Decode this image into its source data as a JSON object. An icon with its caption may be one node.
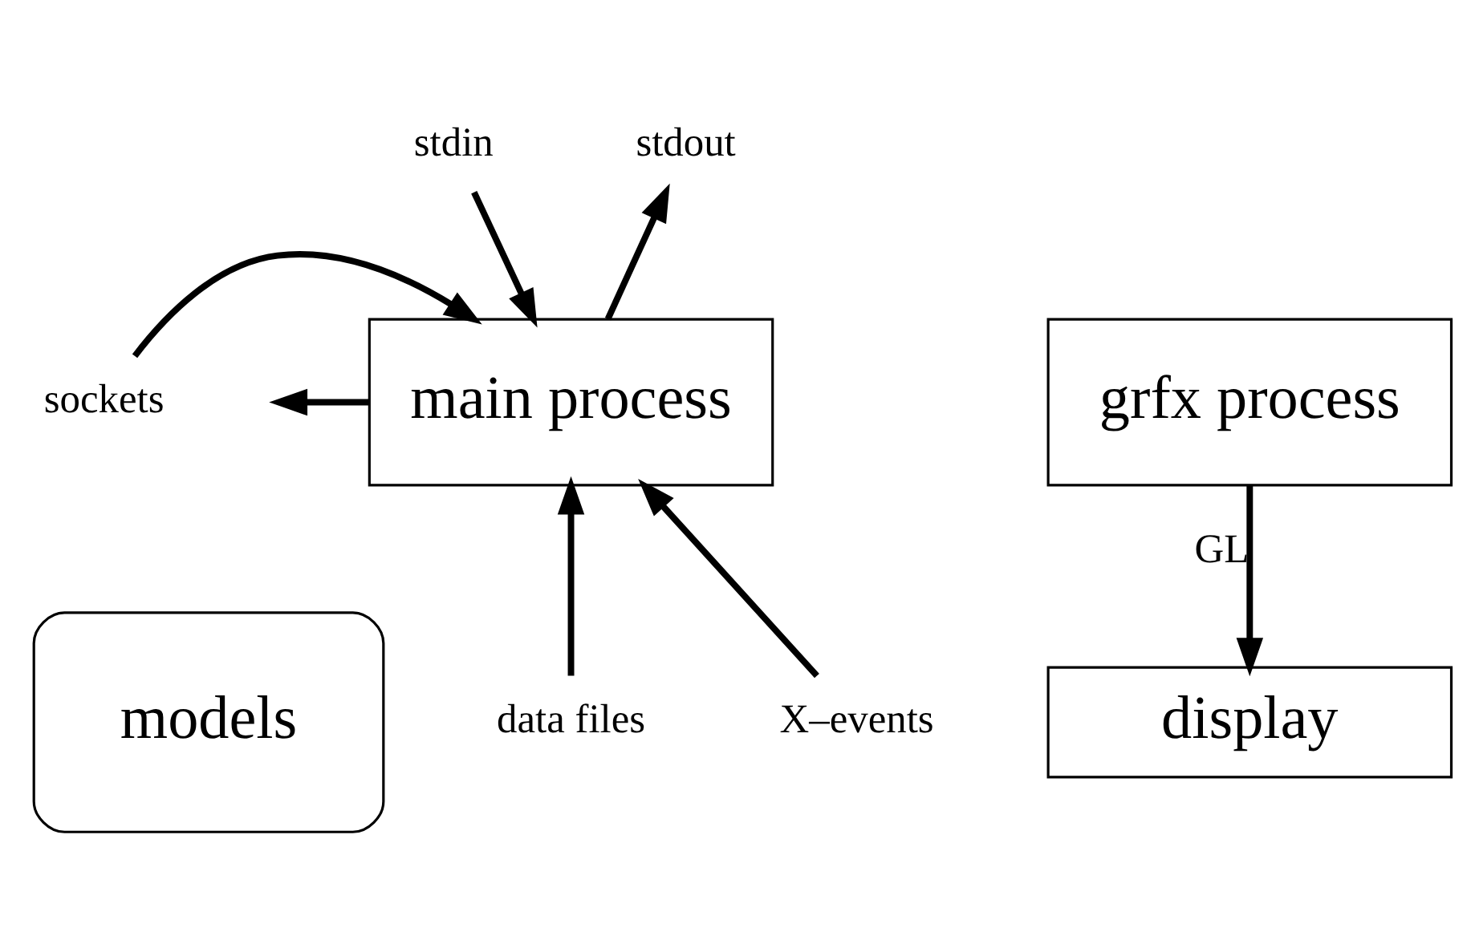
{
  "diagram": {
    "nodes": [
      {
        "text": [
          "stdin"
        ]
      },
      {
        "text": [
          "stdout"
        ]
      },
      {
        "text": [
          "sockets"
        ]
      },
      {
        "text": [
          "main process"
        ]
      },
      {
        "text": [
          "grfx process"
        ]
      },
      {
        "text": [
          "models"
        ]
      },
      {
        "text": [
          "data files"
        ]
      },
      {
        "text": [
          "X–events"
        ]
      },
      {
        "text": [
          "display"
        ]
      }
    ],
    "edges": [
      {
        "from": 0,
        "to": 3,
        "arrow": "to"
      },
      {
        "from": 3,
        "to": 1,
        "arrow": "to"
      },
      {
        "from": 2,
        "to": 3,
        "arrow": "to"
      },
      {
        "from": 3,
        "to": null,
        "arrow": "to"
      },
      {
        "from": 6,
        "to": 3,
        "arrow": "to"
      },
      {
        "from": 7,
        "to": 3,
        "arrow": "to"
      },
      {
        "from": 4,
        "to": 8,
        "arrow": "to",
        "label": "GL"
      }
    ]
  }
}
